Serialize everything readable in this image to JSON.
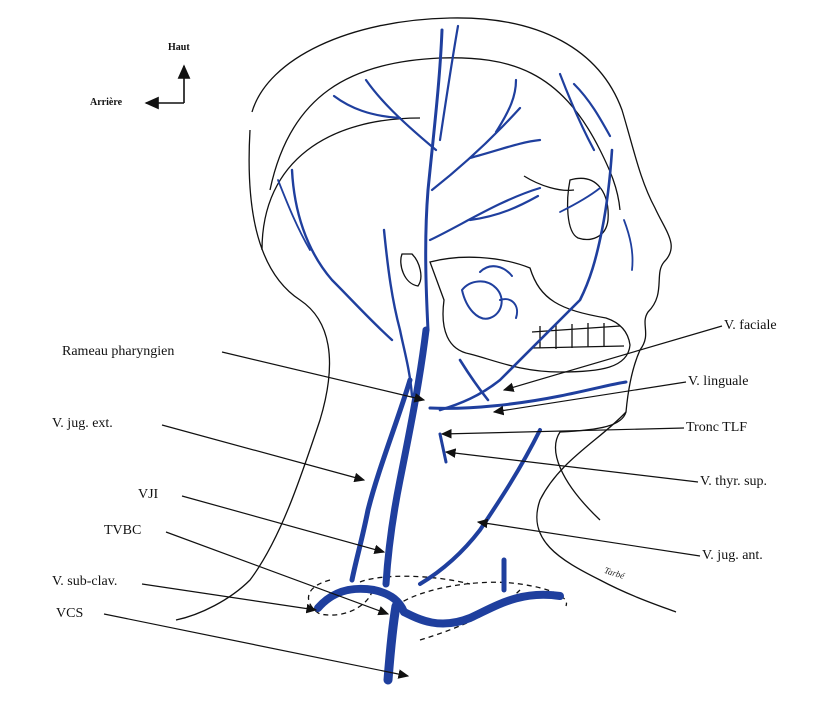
{
  "orientation": {
    "up": "Haut",
    "back": "Arrière"
  },
  "labels": {
    "faciale": "V. faciale",
    "linguale": "V. linguale",
    "tronc": "Tronc TLF",
    "thyr": "V. thyr. sup.",
    "jug_ant": "V. jug. ant.",
    "pharyngien": "Rameau pharyngien",
    "jug_ext": "V. jug. ext.",
    "vji": "VJI",
    "tvbc": "TVBC",
    "subclav": "V. sub-clav.",
    "vcs": "VCS"
  },
  "signature": "Tarbé",
  "colors": {
    "vein": "#1f3f9e",
    "vein_light": "#7fa0e0",
    "outline": "#111111"
  }
}
